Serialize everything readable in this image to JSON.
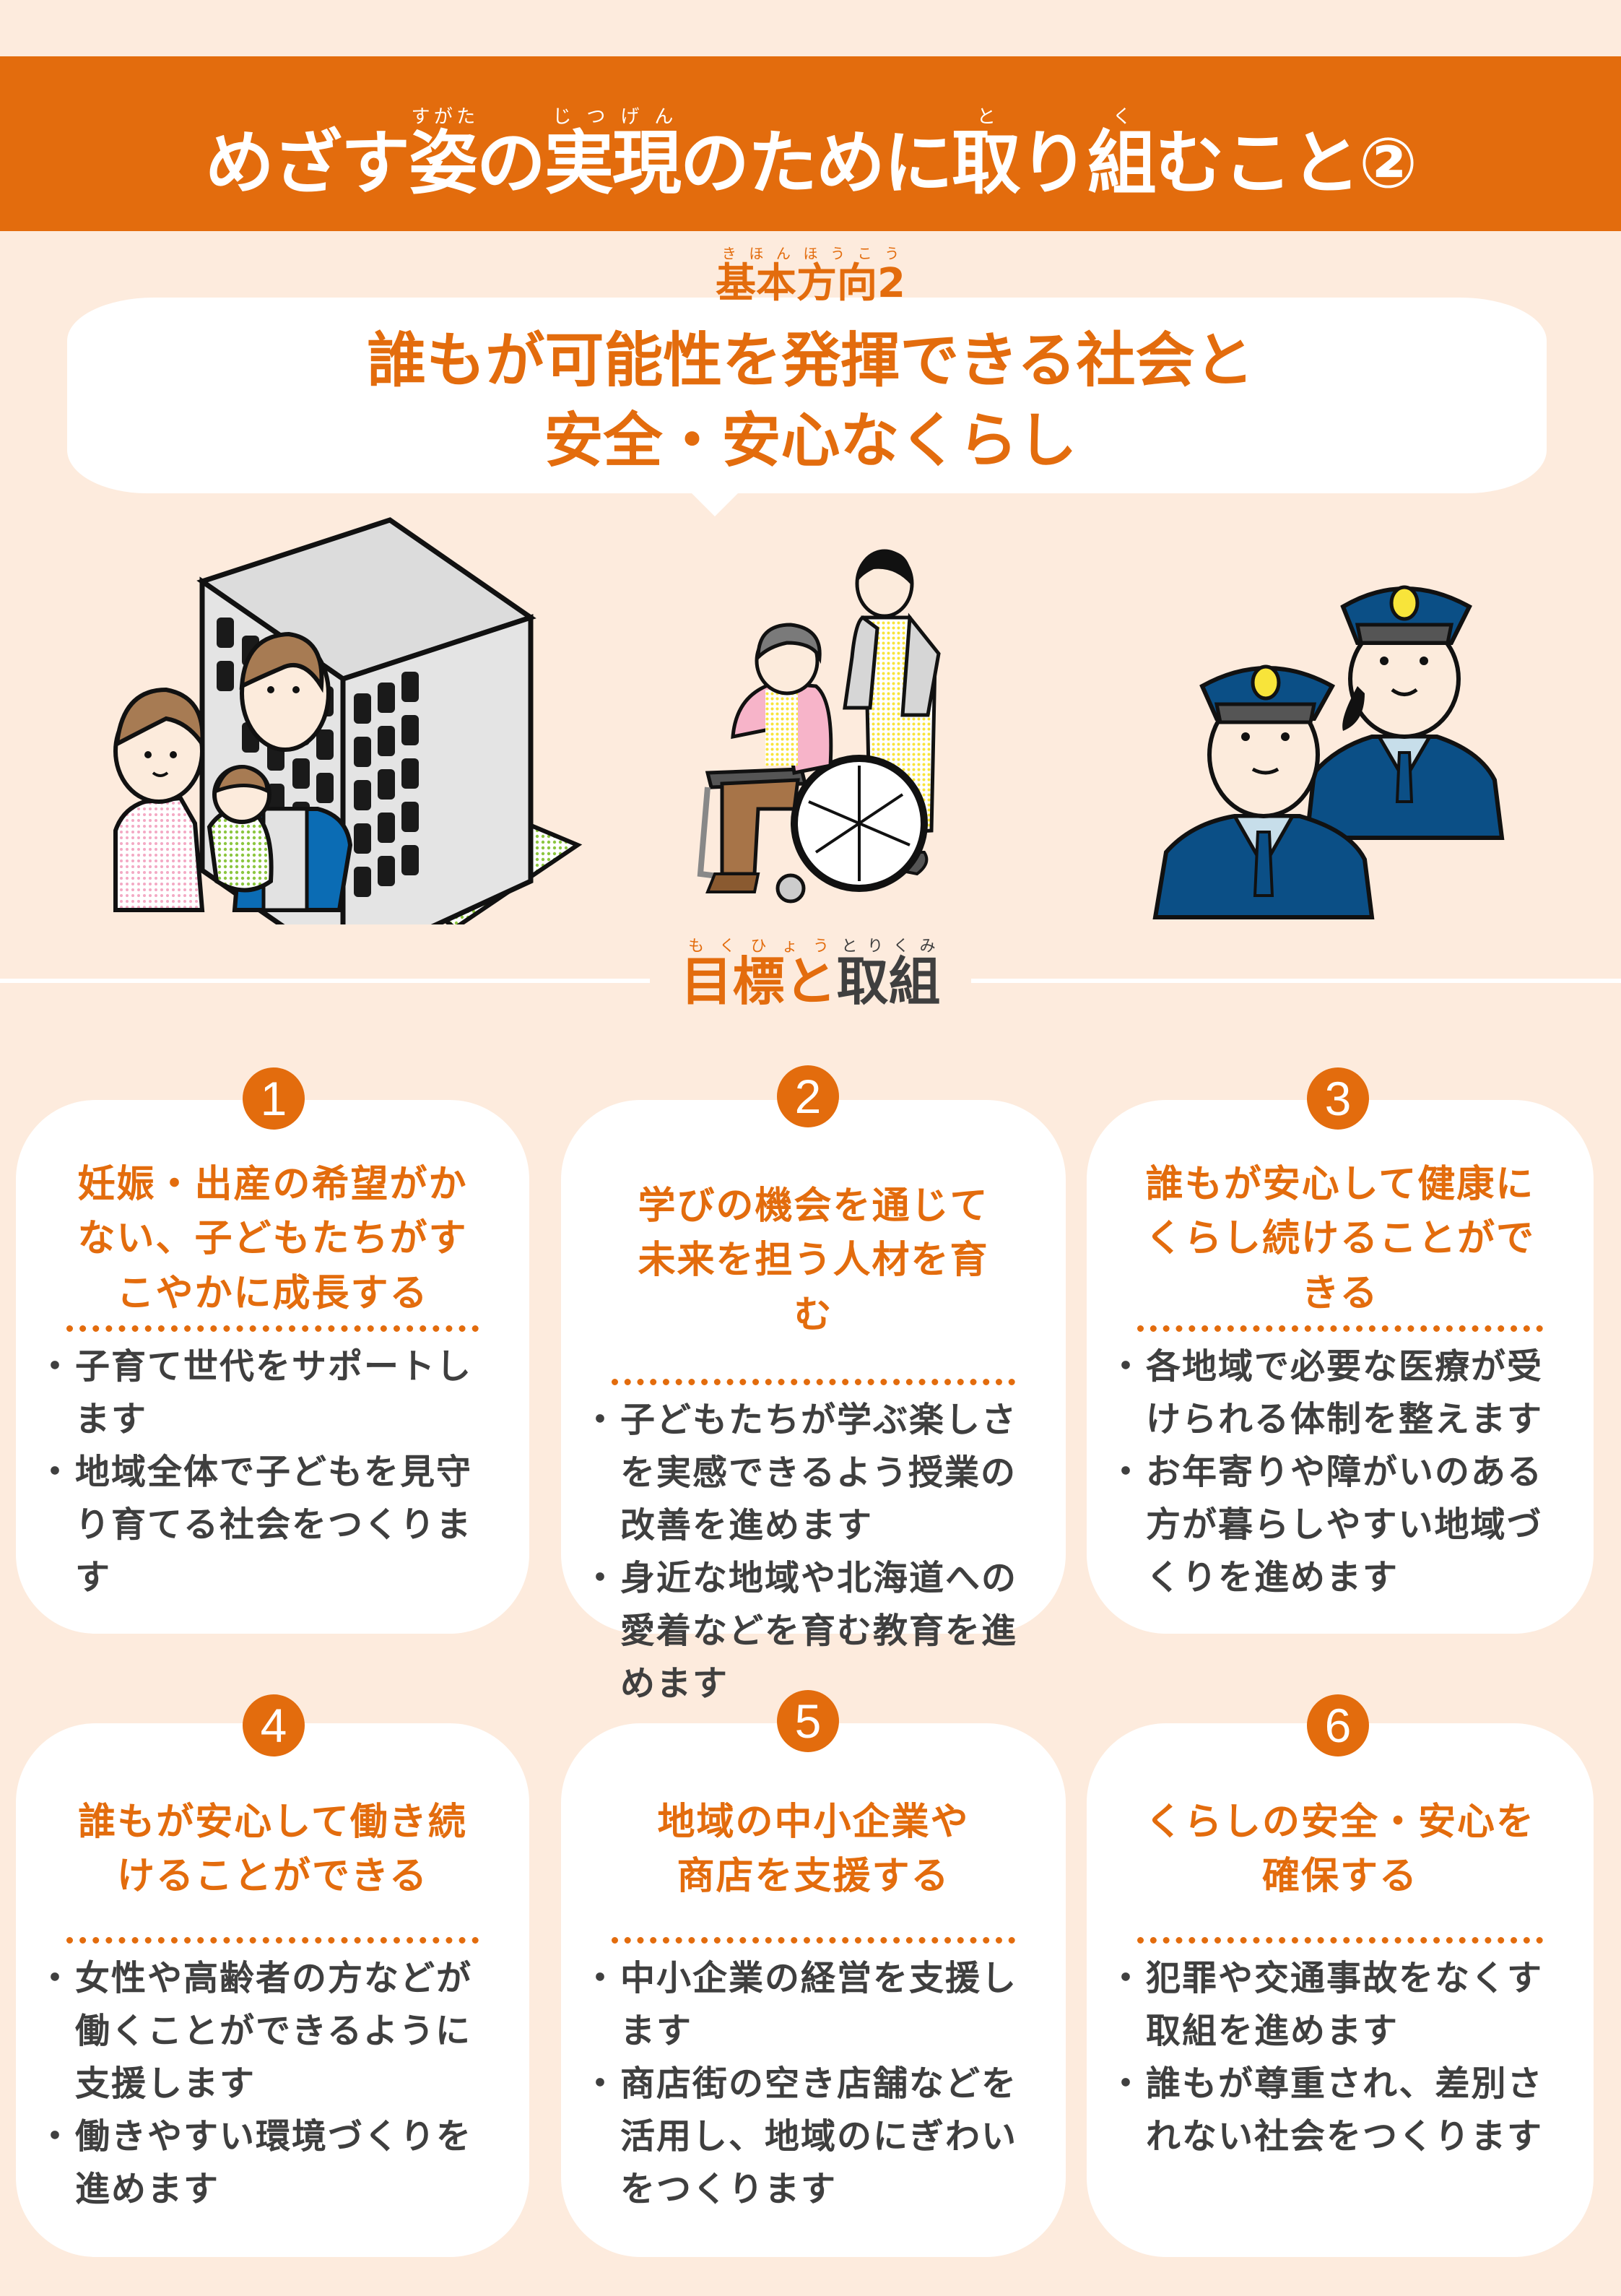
{
  "header": {
    "title_segments": [
      {
        "text": "めざす"
      },
      {
        "text": "姿",
        "ruby": "すがた"
      },
      {
        "text": "の"
      },
      {
        "text": "実現",
        "ruby": "じつげん"
      },
      {
        "text": "のために"
      },
      {
        "text": "取",
        "ruby": "と"
      },
      {
        "text": "り"
      },
      {
        "text": "組",
        "ruby": "く"
      },
      {
        "text": "むこと②"
      }
    ],
    "title": "めざす姿の実現のために取り組むこと②"
  },
  "direction": {
    "label": "基本方向2",
    "label_ruby": "きほんほうこう",
    "title_line1": "誰もが可能性を発揮できる社会と",
    "title_line2": "安全・安心なくらし",
    "title_rubies": [
      "だれ",
      "かのうせい",
      "はっき",
      "しゃかい",
      "あんぜん",
      "あんしん"
    ]
  },
  "illustrations": [
    {
      "name": "family-with-apartment",
      "alt": "親子と集合住宅"
    },
    {
      "name": "caregiver-with-wheelchair",
      "alt": "車いすの高齢者と介助者"
    },
    {
      "name": "police-officers",
      "alt": "警察官"
    }
  ],
  "section": {
    "heading_part1": "目標と",
    "heading_part1_ruby": "もくひょう",
    "heading_part2": "取組",
    "heading_part2_ruby": "とりくみ"
  },
  "colors": {
    "accent": "#E36C0D",
    "background": "#FDEBDD",
    "card": "#FFFFFF",
    "body_text": "#3F3F3F"
  },
  "cards": [
    {
      "number": "1",
      "title": "妊娠・出産の希望がかない、子どもたちがすこやかに成長する",
      "items": [
        "子育て世代をサポートします",
        "地域全体で子どもを見守り育てる社会をつくります"
      ]
    },
    {
      "number": "2",
      "title": "学びの機会を通じて未来を担う人材を育む",
      "items": [
        "子どもたちが学ぶ楽しさを実感できるよう授業の改善を進めます",
        "身近な地域や北海道への愛着などを育む教育を進めます"
      ]
    },
    {
      "number": "3",
      "title": "誰もが安心して健康にくらし続けることができる",
      "items": [
        "各地域で必要な医療が受けられる体制を整えます",
        "お年寄りや障がいのある方が暮らしやすい地域づくりを進めます"
      ]
    },
    {
      "number": "4",
      "title": "誰もが安心して働き続けることができる",
      "items": [
        "女性や高齢者の方などが働くことができるように支援します",
        "働きやすい環境づくりを進めます"
      ]
    },
    {
      "number": "5",
      "title": "地域の中小企業や商店を支援する",
      "items": [
        "中小企業の経営を支援します",
        "商店街の空き店舗などを活用し、地域のにぎわいをつくります"
      ]
    },
    {
      "number": "6",
      "title": "くらしの安全・安心を確保する",
      "items": [
        "犯罪や交通事故をなくす取組を進めます",
        "誰もが尊重され、差別されない社会をつくります"
      ]
    }
  ]
}
